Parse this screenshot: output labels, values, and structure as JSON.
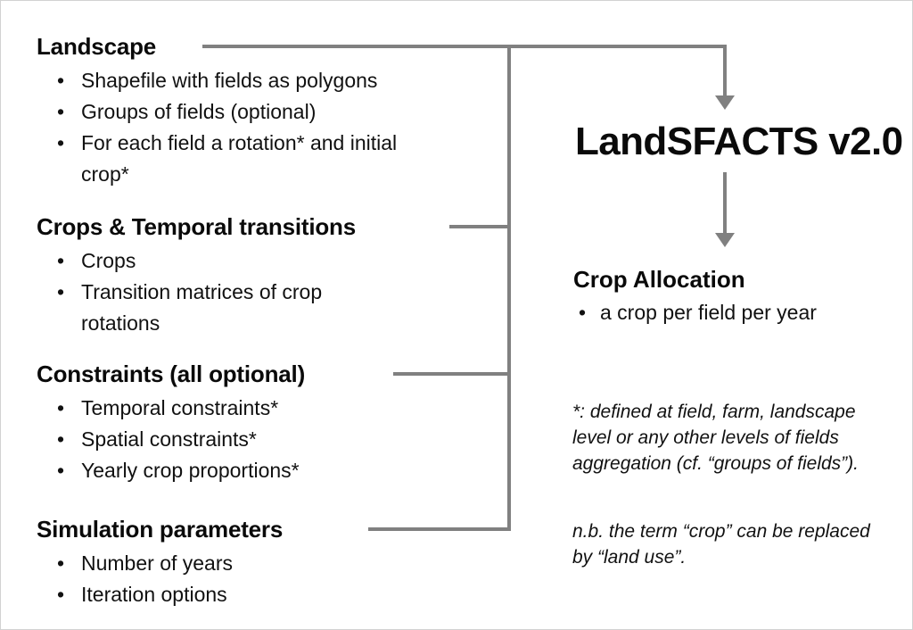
{
  "diagram": {
    "title": "LandSFACTS v2.0",
    "line_color": "#808080",
    "text_color": "#0a0a0a"
  },
  "inputs": [
    {
      "heading": "Landscape",
      "items": [
        "Shapefile with fields as polygons",
        "Groups of fields (optional)",
        "For each field a rotation* and initial crop*"
      ]
    },
    {
      "heading": "Crops & Temporal transitions",
      "items": [
        "Crops",
        "Transition matrices of crop rotations"
      ]
    },
    {
      "heading": "Constraints (all optional)",
      "items": [
        "Temporal constraints*",
        "Spatial constraints*",
        "Yearly crop proportions*"
      ]
    },
    {
      "heading": "Simulation parameters",
      "items": [
        "Number of years",
        "Iteration options"
      ]
    }
  ],
  "output": {
    "heading": "Crop Allocation",
    "items": [
      "a crop per field per year"
    ]
  },
  "notes": [
    "*: defined at field, farm, landscape level or any other levels of fields aggregation (cf. “groups of fields”).",
    "n.b. the term “crop” can be replaced by “land use”."
  ],
  "bullet_glyph": "•"
}
